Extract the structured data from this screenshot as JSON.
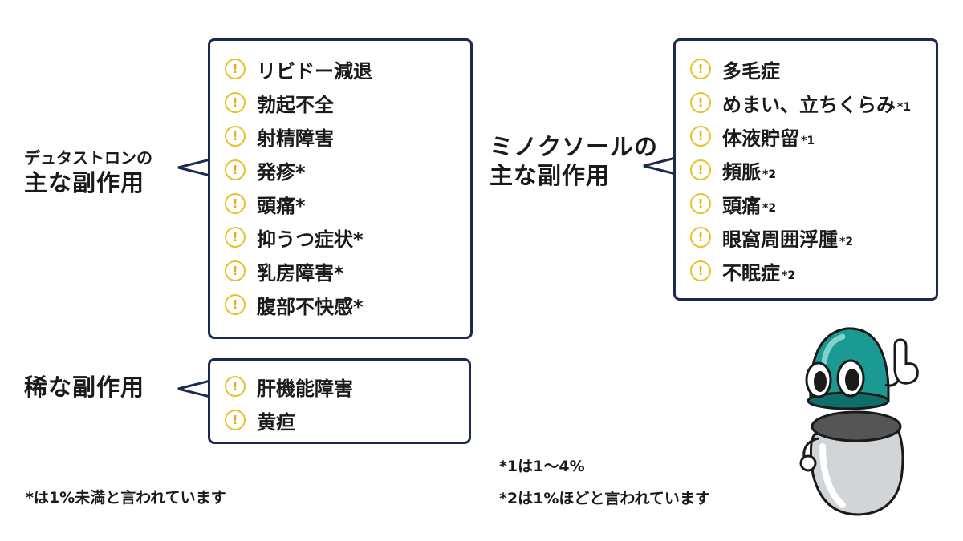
{
  "left_panel": {
    "label_small": "デュタストロンの",
    "label_large": "主な副作用",
    "items": [
      {
        "text": "リビドー減退",
        "note": ""
      },
      {
        "text": "勃起不全",
        "note": ""
      },
      {
        "text": "射精障害",
        "note": ""
      },
      {
        "text": "発疹*",
        "note": ""
      },
      {
        "text": "頭痛*",
        "note": ""
      },
      {
        "text": "抑うつ症状*",
        "note": ""
      },
      {
        "text": "乳房障害*",
        "note": ""
      },
      {
        "text": "腹部不快感*",
        "note": ""
      }
    ]
  },
  "rare_panel": {
    "label": "稀な副作用",
    "items": [
      {
        "text": "肝機能障害",
        "note": ""
      },
      {
        "text": "黄疸",
        "note": ""
      }
    ]
  },
  "right_panel": {
    "label_line1": "ミノクソールの",
    "label_line2": "主な副作用",
    "items": [
      {
        "text": "多毛症",
        "note": ""
      },
      {
        "text": "めまい、立ちくらみ",
        "note": "*1"
      },
      {
        "text": "体液貯留",
        "note": "*1"
      },
      {
        "text": "頻脈",
        "note": "*2"
      },
      {
        "text": "頭痛",
        "note": "*2"
      },
      {
        "text": "眼窩周囲浮腫",
        "note": "*2"
      },
      {
        "text": "不眠症",
        "note": "*2"
      }
    ]
  },
  "footnotes": {
    "left": "*は1%未満と言われています",
    "right1": "*1は1〜4%",
    "right2": "*2は1%ほどと言われています"
  },
  "icon": "warning-circle-icon",
  "colors": {
    "border": "#1b2a4e",
    "warning": "#e8c22a",
    "mascot": "#1a9a92"
  }
}
